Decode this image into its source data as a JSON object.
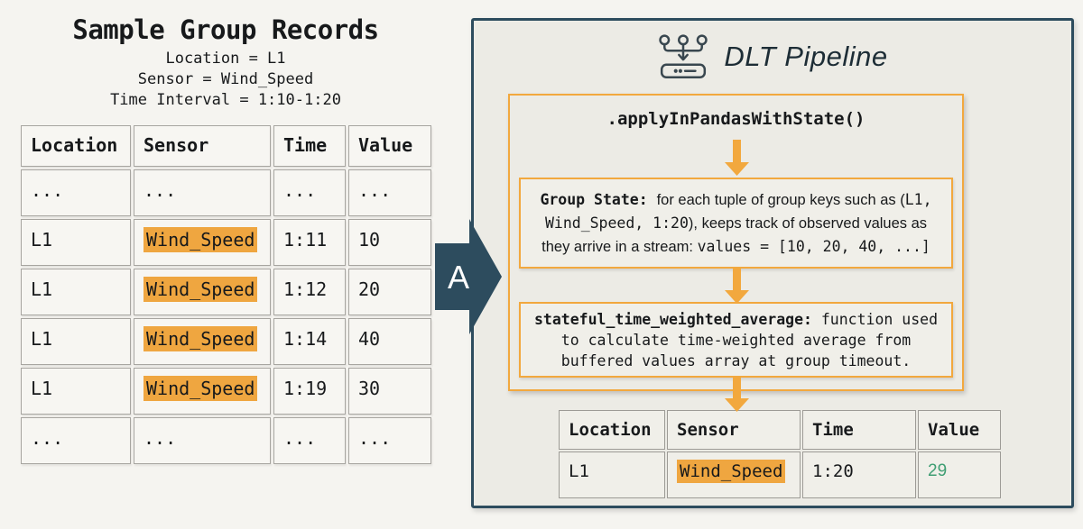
{
  "colors": {
    "accent_orange": "#f2a83e",
    "teal": "#2d4c5e",
    "highlight": "#efa640",
    "value_green": "#3f9e73"
  },
  "left": {
    "title": "Sample Group Records",
    "subtitles": [
      "Location = L1",
      "Sensor = Wind_Speed",
      "Time Interval = 1:10-1:20"
    ],
    "table": {
      "headers": [
        "Location",
        "Sensor",
        "Time",
        "Value"
      ],
      "rows": [
        {
          "location": "...",
          "sensor": "...",
          "time": "...",
          "value": "...",
          "highlight": false
        },
        {
          "location": "L1",
          "sensor": "Wind_Speed",
          "time": "1:11",
          "value": "10",
          "highlight": true
        },
        {
          "location": "L1",
          "sensor": "Wind_Speed",
          "time": "1:12",
          "value": "20",
          "highlight": true
        },
        {
          "location": "L1",
          "sensor": "Wind_Speed",
          "time": "1:14",
          "value": "40",
          "highlight": true
        },
        {
          "location": "L1",
          "sensor": "Wind_Speed",
          "time": "1:19",
          "value": "30",
          "highlight": true
        },
        {
          "location": "...",
          "sensor": "...",
          "time": "...",
          "value": "...",
          "highlight": false
        }
      ]
    }
  },
  "connector": {
    "label": "A"
  },
  "pipeline": {
    "title": "DLT Pipeline",
    "outer_title": ".applyInPandasWithState()",
    "group_state_segments": [
      {
        "t": "Group State: ",
        "s": "monobold"
      },
      {
        "t": "for each tuple of group keys such as (",
        "s": "sans"
      },
      {
        "t": "L1, Wind_Speed, 1:20",
        "s": "mono"
      },
      {
        "t": "), keeps track of observed values as they arrive in a stream: ",
        "s": "sans"
      },
      {
        "t": "values = [10, 20, 40, ...]",
        "s": "mono"
      }
    ],
    "stateful_segments": [
      {
        "t": "stateful_time_weighted_average: ",
        "s": "monobold"
      },
      {
        "t": "function used to calculate time-weighted average from buffered values array at group timeout.",
        "s": "mono"
      }
    ],
    "result_table": {
      "headers": [
        "Location",
        "Sensor",
        "Time",
        "Value"
      ],
      "row": {
        "location": "L1",
        "sensor": "Wind_Speed",
        "time": "1:20",
        "value": "29",
        "highlight": true
      }
    }
  }
}
